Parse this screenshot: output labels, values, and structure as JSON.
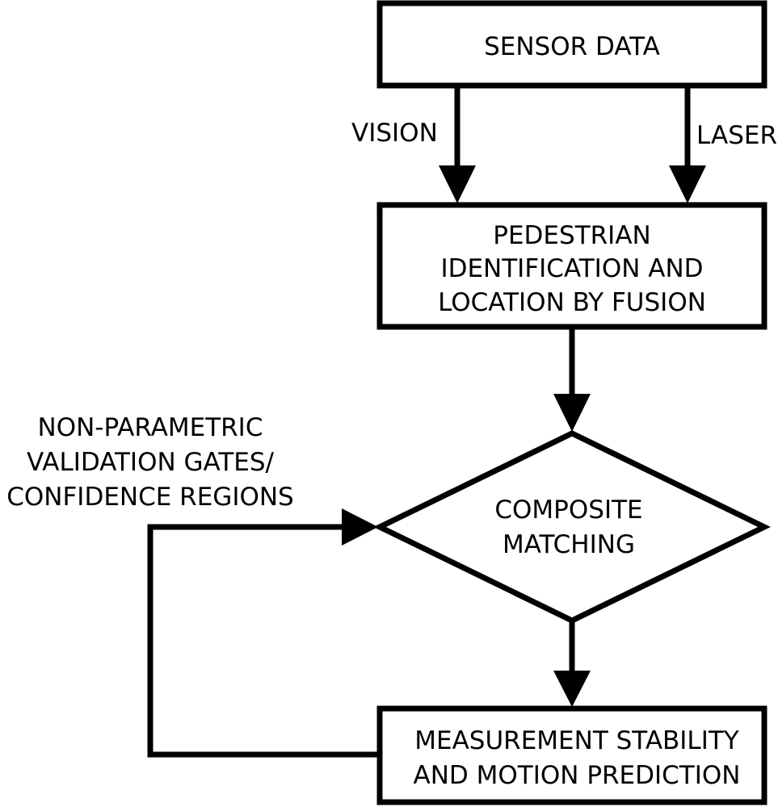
{
  "diagram": {
    "nodes": {
      "sensor_data": {
        "lines": [
          "SENSOR DATA"
        ]
      },
      "pedestrian_fusion": {
        "lines": [
          "PEDESTRIAN",
          "IDENTIFICATION AND",
          "LOCATION BY FUSION"
        ]
      },
      "composite_matching": {
        "lines": [
          "COMPOSITE",
          "MATCHING"
        ]
      },
      "measurement_prediction": {
        "lines": [
          "MEASUREMENT STABILITY",
          "AND MOTION PREDICTION"
        ]
      }
    },
    "edges": {
      "vision": {
        "label": "VISION"
      },
      "laser": {
        "label": "LASER"
      },
      "feedback": {
        "lines": [
          "NON-PARAMETRIC",
          "VALIDATION GATES/",
          "CONFIDENCE REGIONS"
        ]
      }
    }
  }
}
